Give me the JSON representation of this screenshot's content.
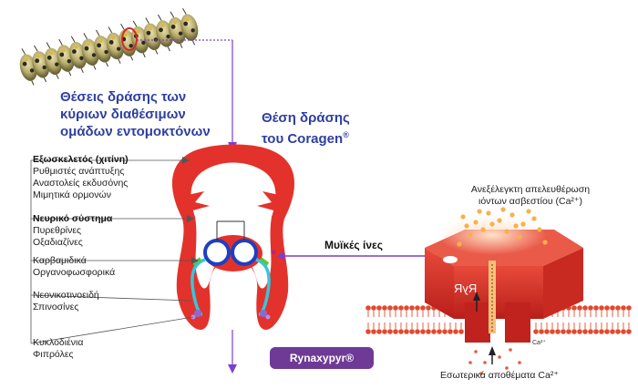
{
  "headings": {
    "major_groups": [
      "Θέσεις δράσης των",
      "κύριων διαθέσιμων",
      "ομάδων εντομοκτόνων"
    ],
    "coragen": [
      "Θέση δράσης",
      "του Coragen"
    ],
    "coragen_mark": "®"
  },
  "groups": [
    {
      "header": "Εξωσκελετός (χιτίνη)",
      "items": [
        "Ρυθμιστές ανάπτυξης",
        "Αναστολείς εκδυσόνης",
        "Μιμητικά ορμονών"
      ]
    },
    {
      "header": "Νευρικό σύστημα",
      "items": [
        "Πυρεθρίνες",
        "Οξαδιαζίνες"
      ]
    },
    {
      "header": "",
      "items": [
        "Καρβαμιδικά",
        "Οργανοφωσφορικά"
      ]
    },
    {
      "header": "",
      "items": [
        "Νεονικοτινοειδή",
        "Σπινοσίνες"
      ]
    },
    {
      "header": "",
      "items": [
        "Κυκλοδιένια",
        "Φιπρόλες"
      ]
    }
  ],
  "muscle_label": "Μυϊκές ίνες",
  "release_label": [
    "Ανεξέλεγκτη απελευθέρωση",
    "ιόντων ασβεστίου (Ca²⁺)"
  ],
  "ryr_label": "RyR",
  "ca_ion": "Ca²⁺",
  "stores_label": "Εσωτερικά αποθέματα Ca²⁺",
  "product_badge": "Rynaxypyr®",
  "colors": {
    "heading_blue": "#2f3fa0",
    "insect_red": "#e3322b",
    "badge_purple": "#6e3a96",
    "arrow_purple": "#7a3fd0",
    "membrane": "#e04a2e"
  }
}
